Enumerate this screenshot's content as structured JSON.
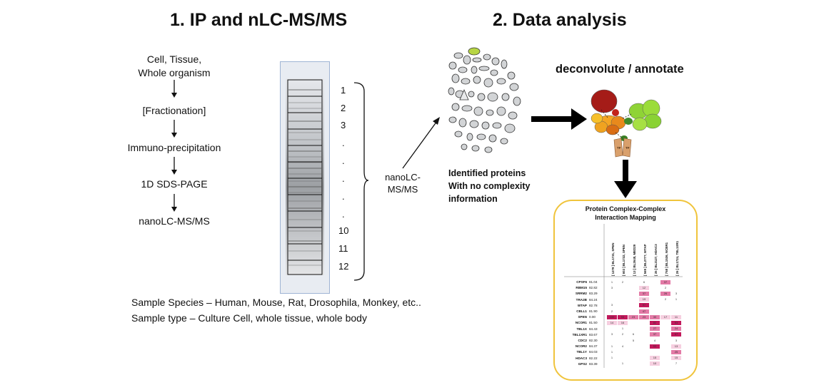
{
  "titles": {
    "left": "1. IP and nLC-MS/MS",
    "right": "2. Data analysis"
  },
  "workflow": {
    "steps": [
      "Cell, Tissue,",
      "Whole organism",
      "[Fractionation]",
      "Immuno-precipitation",
      "1D SDS-PAGE",
      "nanoLC-MS/MS"
    ]
  },
  "gel": {
    "lane_numbers": [
      "1",
      "2",
      "3",
      ".",
      ".",
      ".",
      ".",
      ".",
      "10",
      "11",
      "12"
    ],
    "bracket_label_line1": "nanoLC-",
    "bracket_label_line2": "MS/MS"
  },
  "sample_info": {
    "species": "Sample Species – Human, Mouse, Rat, Drosophila, Monkey, etc..",
    "type": "Sample type – Culture Cell, whole tissue, whole body"
  },
  "identified": {
    "line1": "Identified proteins",
    "line2": "With no complexity",
    "line3": "information"
  },
  "deconvolute": "deconvolute / annotate",
  "tf_labels": [
    "TF",
    "TF"
  ],
  "heatmap": {
    "title_line1": "Protein Complex-Complex",
    "title_line2": "Interaction Mapping",
    "columns": [
      "[ 1278 ] BL1731, SPEN",
      "[ 603 ] BL1732, SPEN",
      "[ 13 ] BL2648, MED29",
      "[ 569 ] BL2777, WTAP",
      "[ 35 ] BL2127, HDAC3",
      "[ 758 ] BL1536, NCBR1",
      "[ 26 ] BL1724, TBL1XR1"
    ],
    "rows": [
      {
        "name": "CPSF6",
        "score": "81.04",
        "cells": [
          "1",
          "2",
          "",
          "6",
          "",
          "37",
          ""
        ]
      },
      {
        "name": "RBM15",
        "score": "82.82",
        "cells": [
          "3",
          "",
          "",
          "12",
          "",
          "2",
          ""
        ]
      },
      {
        "name": "SRRM2",
        "score": "83.29",
        "cells": [
          "",
          "",
          "",
          "37",
          "",
          "26",
          "3"
        ]
      },
      {
        "name": "TRA2B",
        "score": "84.24",
        "cells": [
          "",
          "",
          "",
          "19",
          "",
          "2",
          "1"
        ]
      },
      {
        "name": "WTAP",
        "score": "82.78",
        "cells": [
          "3",
          "",
          "",
          "97",
          "",
          "",
          ""
        ]
      },
      {
        "name": "CBLL1",
        "score": "81.90",
        "cells": [
          "2",
          "",
          "",
          "47",
          "",
          "",
          ""
        ]
      },
      {
        "name": "SPEN",
        "score": "0.00",
        "cells": [
          "100",
          "93",
          "23",
          "23",
          "30",
          "17",
          "11"
        ]
      },
      {
        "name": "NCOR1",
        "score": "81.50",
        "cells": [
          "14",
          "16",
          "",
          "",
          "82",
          "",
          "53"
        ]
      },
      {
        "name": "TBL1X",
        "score": "84.43",
        "cells": [
          "",
          "1",
          "",
          "",
          "27",
          "",
          "24"
        ]
      },
      {
        "name": "TBL1XR1",
        "score": "83.67",
        "cells": [
          "3",
          "2",
          "6",
          "",
          "37",
          "",
          "67"
        ]
      },
      {
        "name": "CDC2",
        "score": "82.30",
        "cells": [
          "",
          "",
          "5",
          "",
          "4",
          "",
          "3"
        ]
      },
      {
        "name": "NCOR2",
        "score": "84.37",
        "cells": [
          "1",
          "4",
          "",
          "",
          "53",
          "",
          "13"
        ]
      },
      {
        "name": "TBL1Y",
        "score": "84.03",
        "cells": [
          "1",
          "",
          "",
          "",
          "",
          "",
          "25"
        ]
      },
      {
        "name": "HDAC3",
        "score": "82.22",
        "cells": [
          "1",
          "",
          "",
          "",
          "15",
          "",
          "15"
        ]
      },
      {
        "name": "GPS2",
        "score": "83.39",
        "cells": [
          "",
          "1",
          "",
          "",
          "10",
          "",
          "7"
        ]
      }
    ]
  },
  "colors": {
    "heat_dark": "#c2185b",
    "heat_mid": "#e37aa6",
    "heat_light": "#f6cfe0",
    "frame": "#f0c43c"
  }
}
